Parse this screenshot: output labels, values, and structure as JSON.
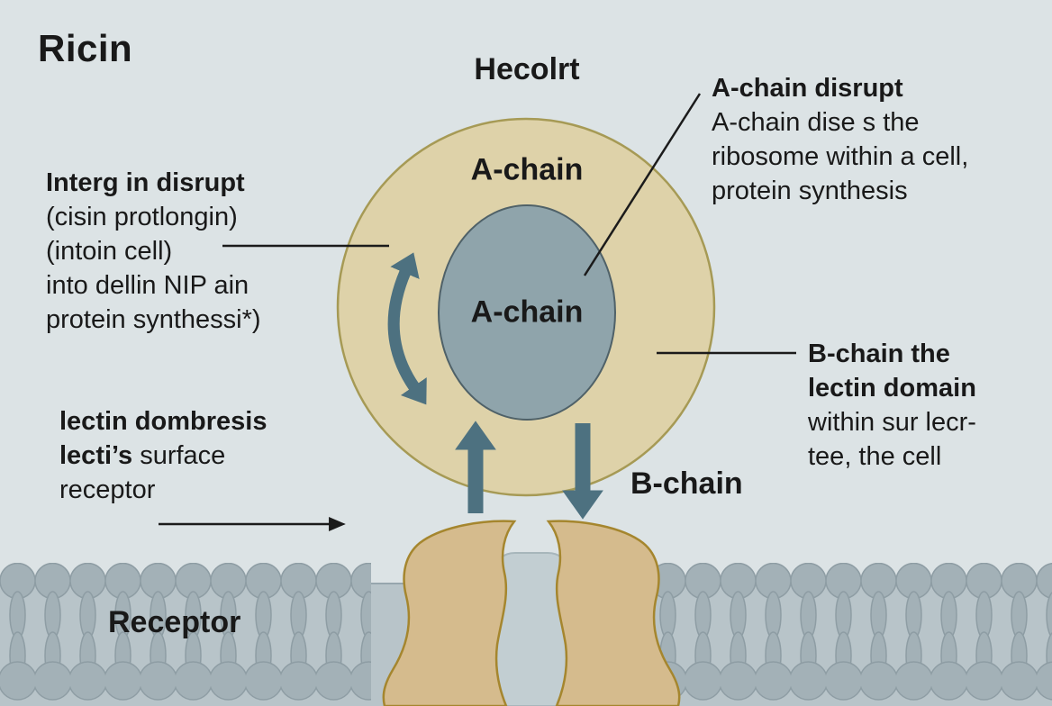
{
  "title": "Ricin",
  "diagram": {
    "heading": "Hecolrt",
    "outer_circle_label": "A-chain",
    "inner_circle_label": "A-chain",
    "b_chain_label": "B-chain",
    "receptor_label": "Receptor"
  },
  "annotations": {
    "interg": {
      "heading": "Interg in disrupt",
      "line1": "(cisin protlongin)",
      "line2": "(intoin cell)",
      "line3": "into dellin NIP ain",
      "line4": "protein synthessi*)"
    },
    "lectin": {
      "heading": "lectin dombresis",
      "line1_bold": "lecti’s",
      "line1_rest": "surface",
      "line2": "receptor"
    },
    "a_chain": {
      "heading": "A-chain disrupt",
      "line1": "A-chain dise s the",
      "line2": "ribosome within a cell,",
      "line3": "protein synthesis"
    },
    "b_chain": {
      "heading1": "B-chain the",
      "heading2": "lectin domain",
      "line1": "within sur lecr-",
      "line2": "tee,  the cell"
    }
  },
  "colors": {
    "background": "#dce3e5",
    "ricin_body": "#ded2a9",
    "ricin_body_border": "#a69a55",
    "a_chain_core": "#8fa4ab",
    "a_chain_core_border": "#4f6168",
    "arrow_teal": "#4d7180",
    "membrane_band": "#b8c4c9",
    "lipid": "#a3b1b7",
    "receptor_lobe": "#d5bb8d",
    "receptor_lobe_border": "#a5862e",
    "receptor_stem": "#c2ced2",
    "annotation_line": "#1b1b1b",
    "text": "#191919"
  }
}
